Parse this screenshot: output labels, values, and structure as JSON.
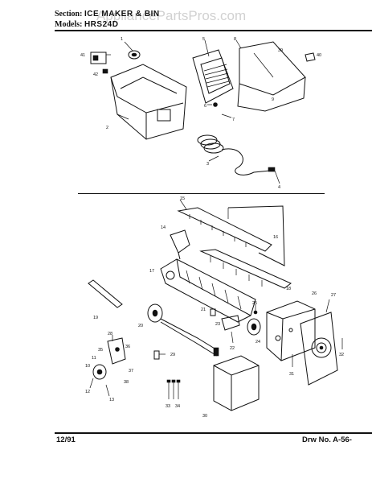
{
  "header": {
    "section_label": "Section:",
    "section_value": "ICE MAKER & BIN",
    "models_label": "Models:",
    "models_value": "HRS24D",
    "watermark": "AppliancePartsPros.com"
  },
  "footer": {
    "date": "12/91",
    "drawing_number": "Drw No. A-56-"
  },
  "callouts": [
    "1",
    "2",
    "3",
    "4",
    "5",
    "6",
    "7",
    "8",
    "9",
    "10",
    "11",
    "12",
    "13",
    "14",
    "15",
    "16",
    "17",
    "18",
    "19",
    "20",
    "21",
    "22",
    "23",
    "24",
    "25",
    "26",
    "27",
    "28",
    "29",
    "30",
    "31",
    "32",
    "33",
    "34",
    "35",
    "36",
    "37",
    "38",
    "39",
    "40",
    "41",
    "42"
  ]
}
